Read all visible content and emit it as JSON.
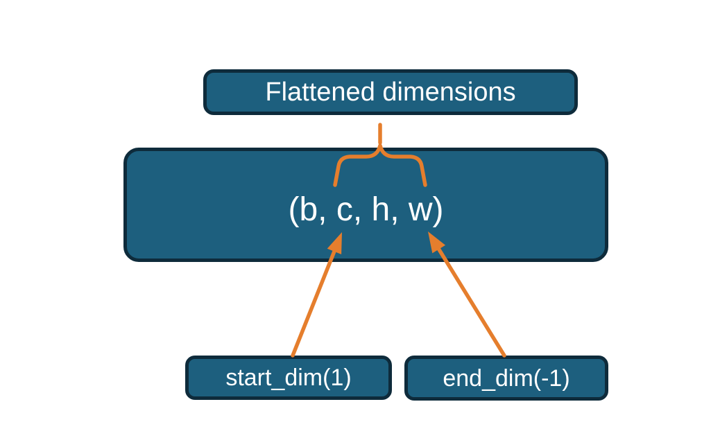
{
  "colors": {
    "background": "#ffffff",
    "box_fill": "#1d5f7e",
    "box_border": "#0e2b3b",
    "label_text": "#ffffff",
    "accent": "#e57e2d"
  },
  "boxes": {
    "flattened": {
      "label": "Flattened dimensions"
    },
    "shape": {
      "label": "(b, c, h, w)"
    },
    "start_dim": {
      "label": "start_dim(1)"
    },
    "end_dim": {
      "label": "end_dim(-1)"
    }
  }
}
